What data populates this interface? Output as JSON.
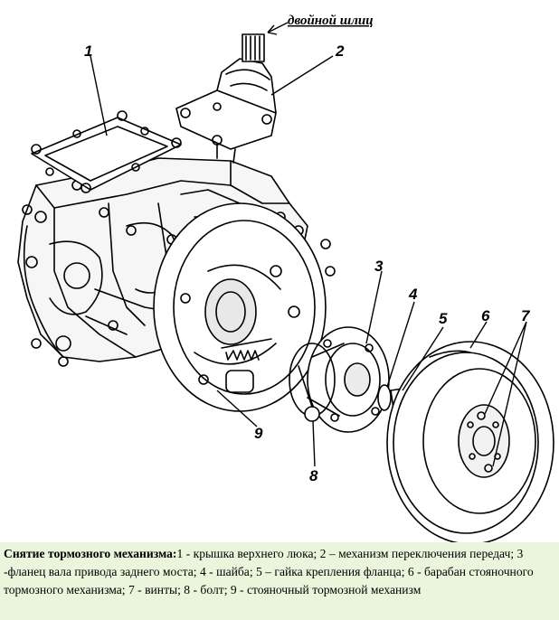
{
  "figure": {
    "note": "двойной шлиц",
    "callouts": [
      "1",
      "2",
      "3",
      "4",
      "5",
      "6",
      "7",
      "8",
      "9"
    ]
  },
  "caption": {
    "title": "Снятие тормозного механизма:",
    "text": "1 - крышка верхнего люка; 2 – механизм переключения передач; 3 -фланец вала привода заднего моста; 4 - шайба; 5 – гайка крепления фланца; 6 - барабан стояночного тормозного механизма; 7 - винты; 8 - болт; 9 - стояночный тормозной механизм"
  }
}
